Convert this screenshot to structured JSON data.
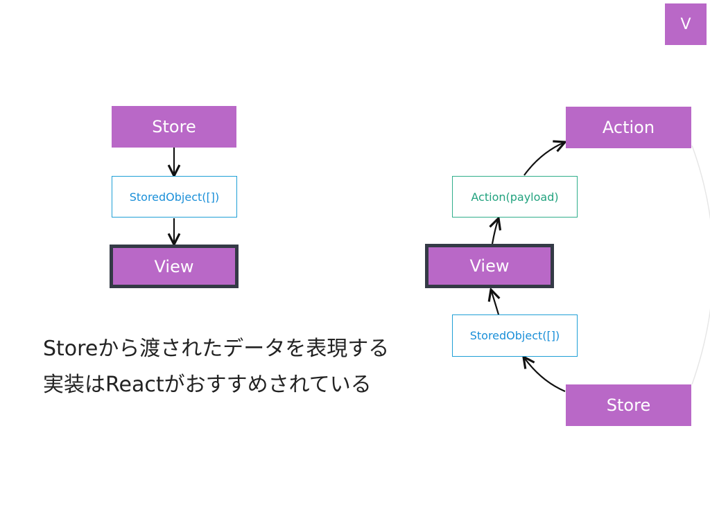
{
  "badge": {
    "label": "V"
  },
  "left_diagram": {
    "store": "Store",
    "stored_object": "StoredObject([])",
    "view": "View"
  },
  "right_diagram": {
    "action": "Action",
    "action_payload": "Action(payload)",
    "view": "View",
    "stored_object": "StoredObject([])",
    "store": "Store"
  },
  "caption": {
    "line1": "Storeから渡されたデータを表現する",
    "line2": "実装はReactがおすすめされている"
  },
  "colors": {
    "node_fill": "#b968c7",
    "view_border": "#343a46",
    "stored_object_text": "#1a8fd8",
    "action_payload_text": "#21a27e"
  }
}
